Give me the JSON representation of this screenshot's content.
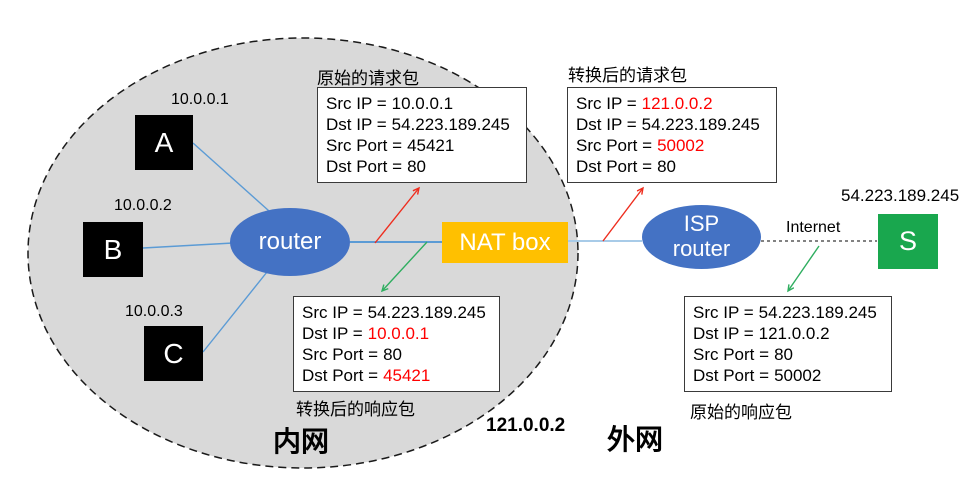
{
  "colors": {
    "intranet_fill": "#d9d9d9",
    "boundary_stroke": "#1a1a1a",
    "node_black": "#000000",
    "router_blue": "#4472c4",
    "nat_yellow": "#ffc000",
    "server_green": "#19a74e",
    "link_blue": "#5b9bd5",
    "link_blue_light": "#a8cbe8",
    "internet_line": "#595959",
    "arrow_red": "#ee2d1e",
    "arrow_green": "#2fae60",
    "highlight_red": "#ff0000"
  },
  "zones": {
    "intranet_label": "内网",
    "extranet_label": "外网"
  },
  "hosts": {
    "a": {
      "name": "A",
      "ip": "10.0.0.1"
    },
    "b": {
      "name": "B",
      "ip": "10.0.0.2"
    },
    "c": {
      "name": "C",
      "ip": "10.0.0.3"
    },
    "server": {
      "name": "S",
      "ip": "54.223.189.245"
    }
  },
  "devices": {
    "router_label": "router",
    "nat_box_label": "NAT box",
    "isp_router_line1": "ISP",
    "isp_router_line2": "router",
    "nat_public_ip": "121.0.0.2",
    "internet_label": "Internet"
  },
  "packets": [
    {
      "title": "原始的请求包",
      "rows": [
        {
          "label": "Src IP =",
          "value": "10.0.0.1",
          "highlight": false
        },
        {
          "label": "Dst IP =",
          "value": "54.223.189.245",
          "highlight": false
        },
        {
          "label": "Src Port =",
          "value": "45421",
          "highlight": false
        },
        {
          "label": "Dst Port =",
          "value": "80",
          "highlight": false
        }
      ]
    },
    {
      "title": "转换后的请求包",
      "rows": [
        {
          "label": "Src IP =",
          "value": "121.0.0.2",
          "highlight": true
        },
        {
          "label": "Dst IP =",
          "value": "54.223.189.245",
          "highlight": false
        },
        {
          "label": "Src Port =",
          "value": "50002",
          "highlight": true
        },
        {
          "label": "Dst Port =",
          "value": "80",
          "highlight": false
        }
      ]
    },
    {
      "title": "转换后的响应包",
      "rows": [
        {
          "label": "Src IP =",
          "value": "54.223.189.245",
          "highlight": false
        },
        {
          "label": "Dst IP =",
          "value": "10.0.0.1",
          "highlight": true
        },
        {
          "label": "Src Port =",
          "value": "80",
          "highlight": false
        },
        {
          "label": "Dst Port =",
          "value": "45421",
          "highlight": true
        }
      ]
    },
    {
      "title": "原始的响应包",
      "rows": [
        {
          "label": "Src IP =",
          "value": "54.223.189.245",
          "highlight": false
        },
        {
          "label": "Dst IP =",
          "value": "121.0.0.2",
          "highlight": false
        },
        {
          "label": "Src Port =",
          "value": "80",
          "highlight": false
        },
        {
          "label": "Dst Port =",
          "value": "50002",
          "highlight": false
        }
      ]
    }
  ]
}
